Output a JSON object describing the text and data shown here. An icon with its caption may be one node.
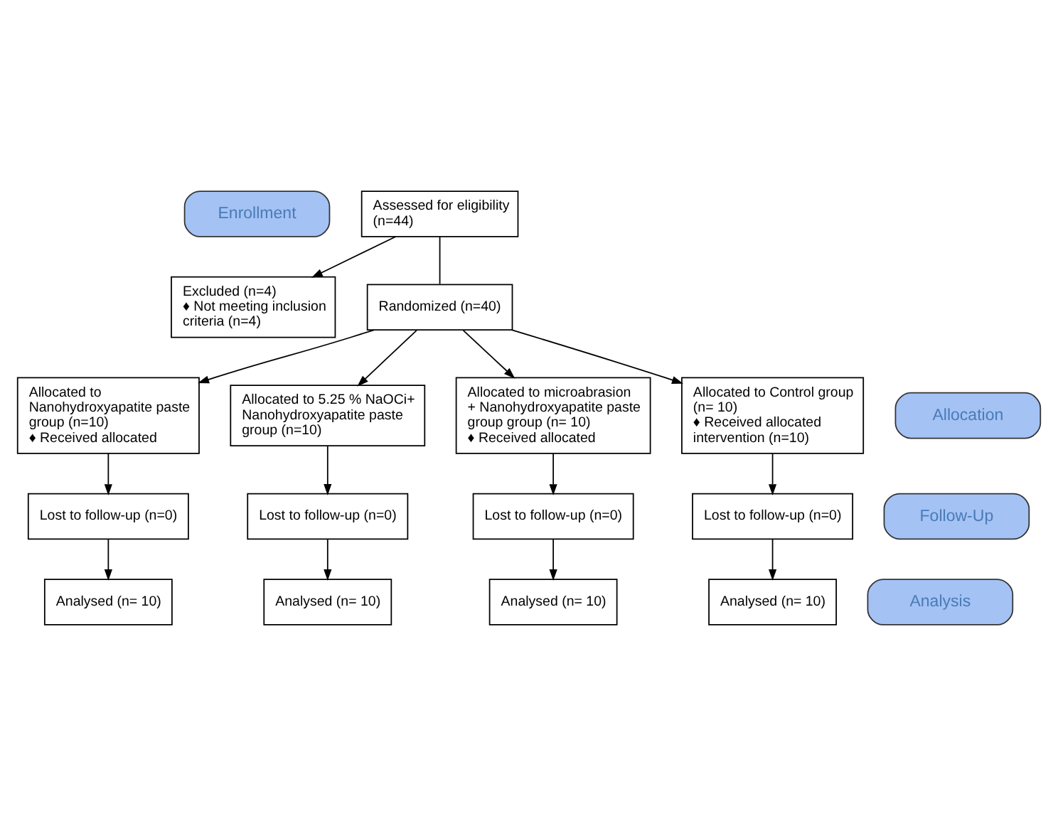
{
  "diagram": {
    "nodes": [
      {
        "text": [
          "Enrollment"
        ]
      },
      {
        "text": [
          "Assessed for eligibility (n=44)"
        ]
      },
      {
        "text": [
          "Excluded (n=4)",
          "♦ Not meeting inclusion criteria (n=4)"
        ]
      },
      {
        "text": [
          "Randomized (n=40)"
        ]
      },
      {
        "text": [
          "Allocation"
        ]
      },
      {
        "text": [
          "Allocated to Nanohydroxyapatite paste group (n=10)",
          "♦ Received allocated"
        ]
      },
      {
        "text": [
          "Allocated to 5.25 % NaOCi+ Nanohydroxyapatite paste group (n=10)"
        ]
      },
      {
        "text": [
          "Allocated to microabrasion + Nanohydroxyapatite paste group group (n= 10)",
          "♦ Received allocated"
        ]
      },
      {
        "text": [
          "Allocated to Control group (n= 10)",
          "♦ Received allocated intervention (n=10)"
        ]
      },
      {
        "text": [
          "Follow-Up"
        ]
      },
      {
        "text": [
          "Lost to follow-up (n=0)"
        ]
      },
      {
        "text": [
          "Lost to follow-up (n=0)"
        ]
      },
      {
        "text": [
          "Lost to follow-up (n=0)"
        ]
      },
      {
        "text": [
          "Lost to follow-up (n=0)"
        ]
      },
      {
        "text": [
          "Analysis"
        ]
      },
      {
        "text": [
          "Analysed (n= 10)"
        ]
      },
      {
        "text": [
          "Analysed (n= 10)"
        ]
      },
      {
        "text": [
          "Analysed (n= 10)"
        ]
      },
      {
        "text": [
          "Analysed (n= 10)"
        ]
      }
    ],
    "edges": [
      {
        "from": 1,
        "to": 3,
        "arrow": "none"
      },
      {
        "from": 1,
        "to": 2,
        "arrow": "to"
      },
      {
        "from": 3,
        "to": 5,
        "arrow": "to"
      },
      {
        "from": 3,
        "to": 6,
        "arrow": "to"
      },
      {
        "from": 3,
        "to": 7,
        "arrow": "to"
      },
      {
        "from": 3,
        "to": 8,
        "arrow": "to"
      },
      {
        "from": 5,
        "to": 10,
        "arrow": "to"
      },
      {
        "from": 6,
        "to": 11,
        "arrow": "to"
      },
      {
        "from": 7,
        "to": 12,
        "arrow": "to"
      },
      {
        "from": 8,
        "to": 13,
        "arrow": "to"
      },
      {
        "from": 10,
        "to": 15,
        "arrow": "to"
      },
      {
        "from": 11,
        "to": 16,
        "arrow": "to"
      },
      {
        "from": 12,
        "to": 17,
        "arrow": "to"
      },
      {
        "from": 13,
        "to": 18,
        "arrow": "to"
      }
    ]
  }
}
